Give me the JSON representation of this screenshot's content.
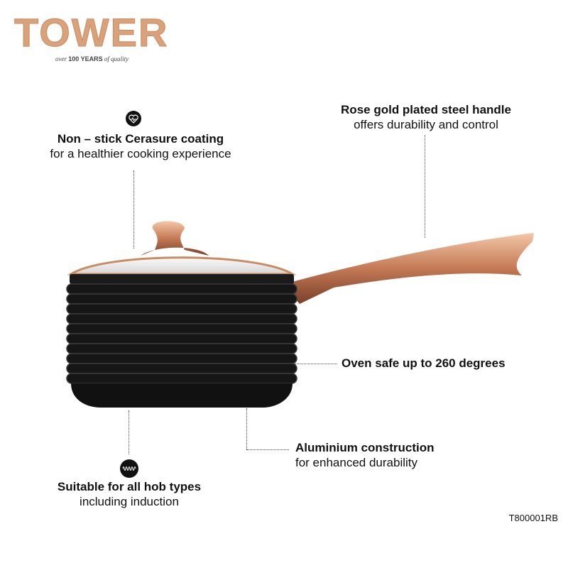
{
  "brand": {
    "name": "TOWER",
    "tagline_pre": "over",
    "tagline_bold": "100 YEARS",
    "tagline_post": "of quality"
  },
  "features": [
    {
      "title": "Non – stick Cerasure coating",
      "subtitle": "for a healthier cooking experience",
      "icon": "heart-pulse-icon"
    },
    {
      "title": "Rose gold plated steel handle",
      "subtitle": "offers durability and control"
    },
    {
      "title": "Oven safe up to 260 degrees"
    },
    {
      "title": "Aluminium construction",
      "subtitle": "for enhanced durability"
    },
    {
      "title": "Suitable for all hob types",
      "subtitle": "including induction",
      "icon": "induction-coil-icon"
    }
  ],
  "product_code": "T800001RB",
  "colors": {
    "rose_gold": "#d9a27a",
    "pan_black": "#111111"
  }
}
